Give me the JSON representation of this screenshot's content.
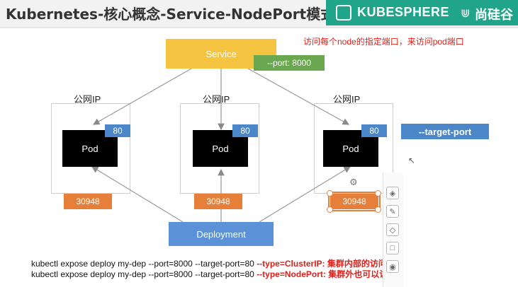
{
  "header": {
    "title": "Kubernetes-核心概念-Service-NodePort模式",
    "brand": "KUBESPHERE",
    "partner": "尚硅谷"
  },
  "annotation": "访问每个node的指定端口，来访问pod端口",
  "service": {
    "label": "Service",
    "port_badge": "--port: 8000"
  },
  "nodes": [
    {
      "label": "公网IP",
      "pod": "Pod",
      "pod_port": "80",
      "node_port": "30948"
    },
    {
      "label": "公网IP",
      "pod": "Pod",
      "pod_port": "80",
      "node_port": "30948"
    },
    {
      "label": "公网IP",
      "pod": "Pod",
      "pod_port": "80",
      "node_port": "30948"
    }
  ],
  "target_port": "--target-port",
  "deployment": "Deployment",
  "commands": [
    {
      "cmd": "kubectl expose deploy my-dep --port=8000 --target-port=80",
      "type": "--type=ClusterIP:",
      "note": "集群内部的访问"
    },
    {
      "cmd": "kubectl expose deploy my-dep --port=8000 --target-port=80",
      "type": "--type=NodePort:",
      "note": "集群外也可以访问"
    }
  ],
  "colors": {
    "service": "#f5c441",
    "port_badge": "#6aa74f",
    "pod": "#000000",
    "pod_port": "#4a86c8",
    "node_port": "#e67f3a",
    "deployment": "#5b91d6",
    "annotation": "#e0201b",
    "brand": "#21a58a"
  }
}
